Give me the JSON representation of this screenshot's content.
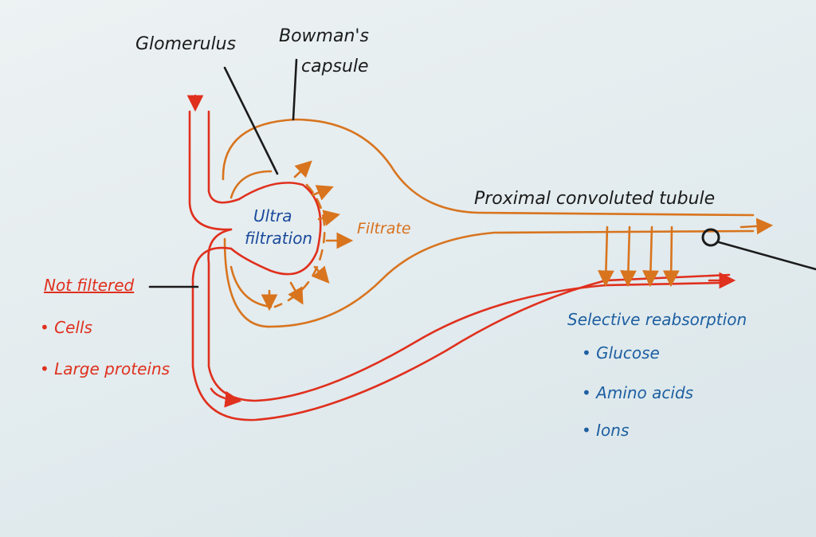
{
  "labels": {
    "glomerulus": "Glomerulus",
    "bowmans_line1": "Bowman's",
    "bowmans_line2": "capsule",
    "pct": "Proximal convoluted tubule",
    "ultra_line1": "Ultra",
    "ultra_line2": "filtration",
    "filtrate": "Filtrate",
    "not_filtered": "Not filtered",
    "not_filtered_items": [
      "• Cells",
      "• Large proteins"
    ],
    "selective": "Selective reabsorption",
    "selective_items": [
      "• Glucose",
      "• Amino acids",
      "• Ions"
    ]
  },
  "colors": {
    "blood": "#e0301e",
    "filtrate": "#d8741e",
    "reabsorption": "#1d5fa0",
    "ink": "#1b1b1b"
  }
}
